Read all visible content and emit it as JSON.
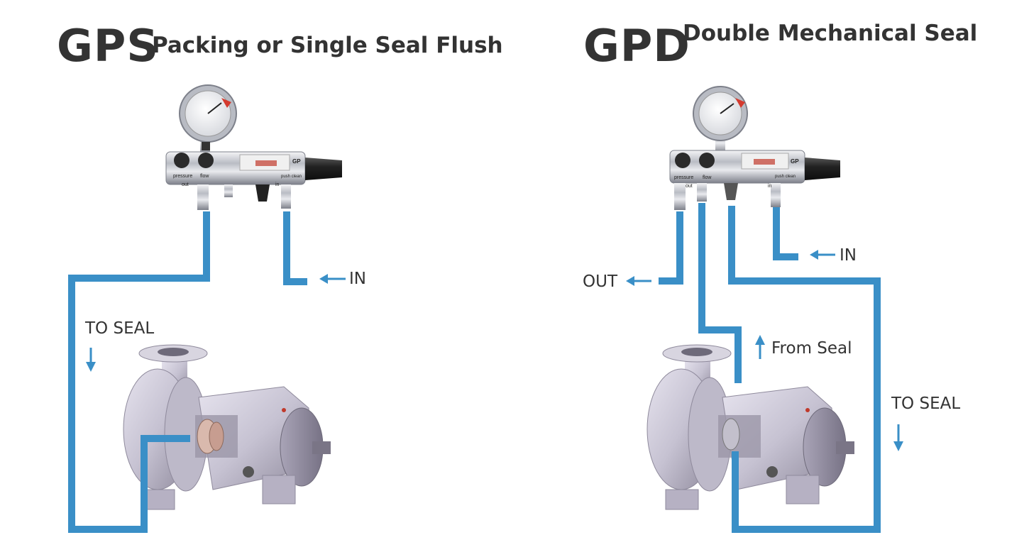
{
  "left_panel": {
    "code": "GPS",
    "subtitle": "Packing or Single Seal Flush",
    "labels": {
      "in": "IN",
      "to_seal": "TO SEAL"
    },
    "control_panel": {
      "port_labels": [
        "pressure",
        "flow",
        "out",
        "in"
      ],
      "push_clean": "push clean",
      "brand": "GP"
    }
  },
  "right_panel": {
    "code": "GPD",
    "subtitle": "Double Mechanical Seal",
    "labels": {
      "in": "IN",
      "out": "OUT",
      "from_seal": "From Seal",
      "to_seal": "TO SEAL"
    },
    "control_panel": {
      "port_labels": [
        "pressure",
        "out",
        "flow",
        "in"
      ],
      "push_clean": "push clean",
      "brand": "GP"
    }
  },
  "colors": {
    "pipe": "#3a8fc7",
    "text": "#333333",
    "pump_body": "#c9c6d3",
    "pump_dark": "#8f8a9c"
  }
}
